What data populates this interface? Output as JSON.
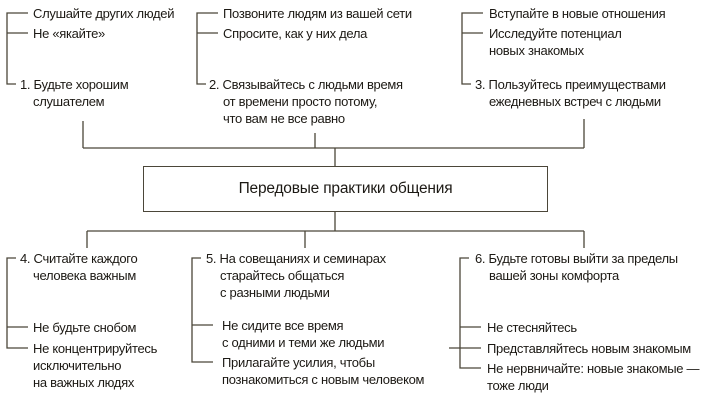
{
  "diagram": {
    "title_semantics": "communication-best-practices-tree",
    "colors": {
      "line": "#4b4639",
      "text": "#1c1914",
      "background": "#ffffff"
    },
    "center_box": {
      "label": "Передовые практики общения"
    },
    "top_groups": [
      {
        "heading": "1. Будьте хорошим\nслушателем",
        "items": [
          "Слушайте других людей",
          "Не «якайте»"
        ]
      },
      {
        "heading": "2. Связывайтесь с людьми время\nот времени просто потому,\nчто вам не все равно",
        "items": [
          "Позвоните людям из вашей сети",
          "Спросите, как у них дела"
        ]
      },
      {
        "heading": "3. Пользуйтесь преимуществами\nежедневных встреч с людьми",
        "items": [
          "Вступайте в новые отношения",
          "Исследуйте потенциал\nновых знакомых"
        ]
      }
    ],
    "bottom_groups": [
      {
        "heading": "4. Считайте каждого\nчеловека важным",
        "items": [
          "Не будьте снобом",
          "Не концентрируйтесь\nисключительно\nна важных людях"
        ]
      },
      {
        "heading": "5. На совещаниях и семинарах\nстарайтесь общаться\nс разными людьми",
        "items": [
          "Не сидите все время\nс одними и теми же людьми",
          "Прилагайте усилия, чтобы\nпознакомиться с новым человеком"
        ]
      },
      {
        "heading": "6. Будьте готовы выйти за пределы\nвашей зоны комфорта",
        "items": [
          "Не стесняйтесь",
          "Представляйтесь новым знакомым",
          "Не нервничайте: новые знакомые —\nтоже люди"
        ]
      }
    ]
  }
}
